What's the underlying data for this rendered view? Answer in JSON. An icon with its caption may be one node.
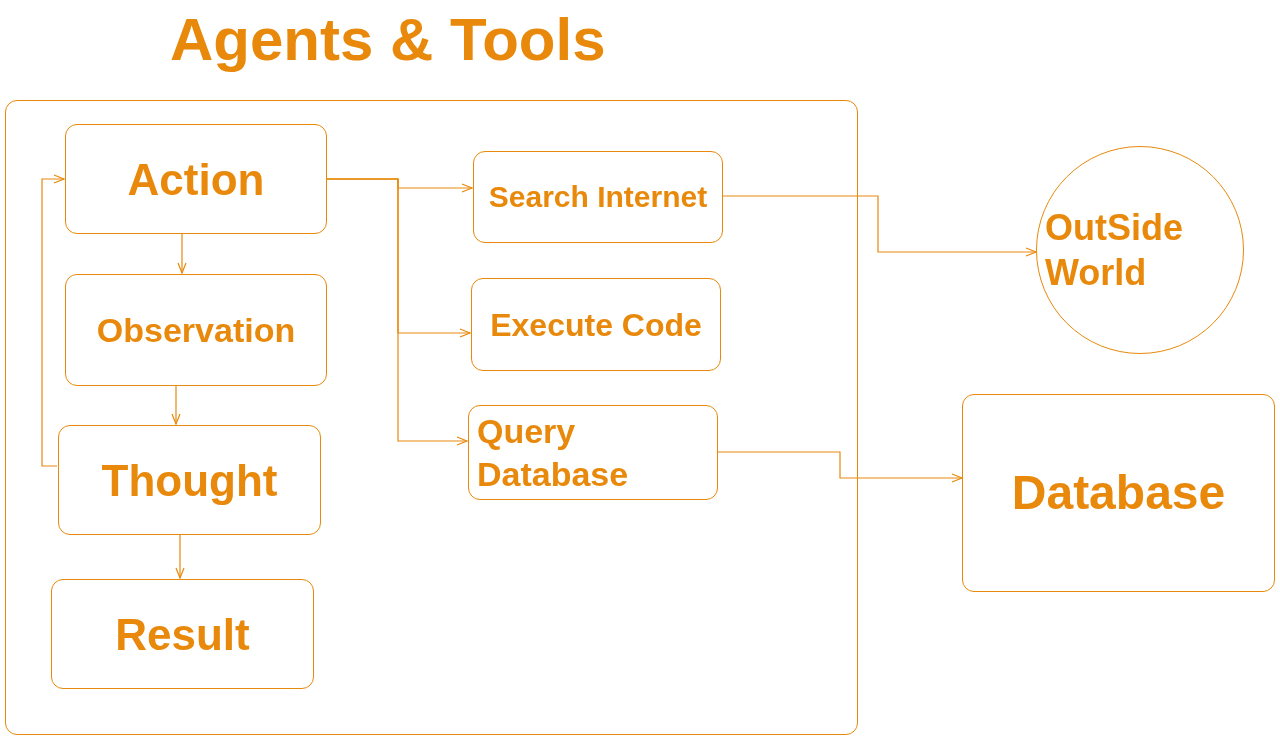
{
  "diagram": {
    "title": "Agents & Tools",
    "nodes": [
      {
        "text": [],
        "shape": "box"
      },
      {
        "text": [
          "Action"
        ],
        "in": 0
      },
      {
        "text": [
          "Observation"
        ],
        "in": 0
      },
      {
        "text": [
          "Thought"
        ],
        "in": 0
      },
      {
        "text": [
          "Result"
        ],
        "in": 0
      },
      {
        "text": [
          "Search Internet"
        ],
        "in": 0
      },
      {
        "text": [
          "Execute Code"
        ],
        "in": 0
      },
      {
        "text": [
          "Query Database"
        ],
        "in": 0
      },
      {
        "text": [
          "OutSide World"
        ]
      },
      {
        "text": [
          "Database"
        ]
      }
    ],
    "edges": [
      {
        "from": 1,
        "to": 2,
        "arrow": "to"
      },
      {
        "from": 2,
        "to": 3,
        "arrow": "to"
      },
      {
        "from": 3,
        "to": 1,
        "arrow": "to"
      },
      {
        "from": 3,
        "to": 4,
        "arrow": "to"
      },
      {
        "from": 1,
        "to": 5,
        "arrow": "to"
      },
      {
        "from": 1,
        "to": 6,
        "arrow": "to"
      },
      {
        "from": 1,
        "to": 7,
        "arrow": "to"
      },
      {
        "from": 5,
        "to": 8,
        "arrow": "to"
      },
      {
        "from": 7,
        "to": 9,
        "arrow": "to"
      }
    ]
  }
}
